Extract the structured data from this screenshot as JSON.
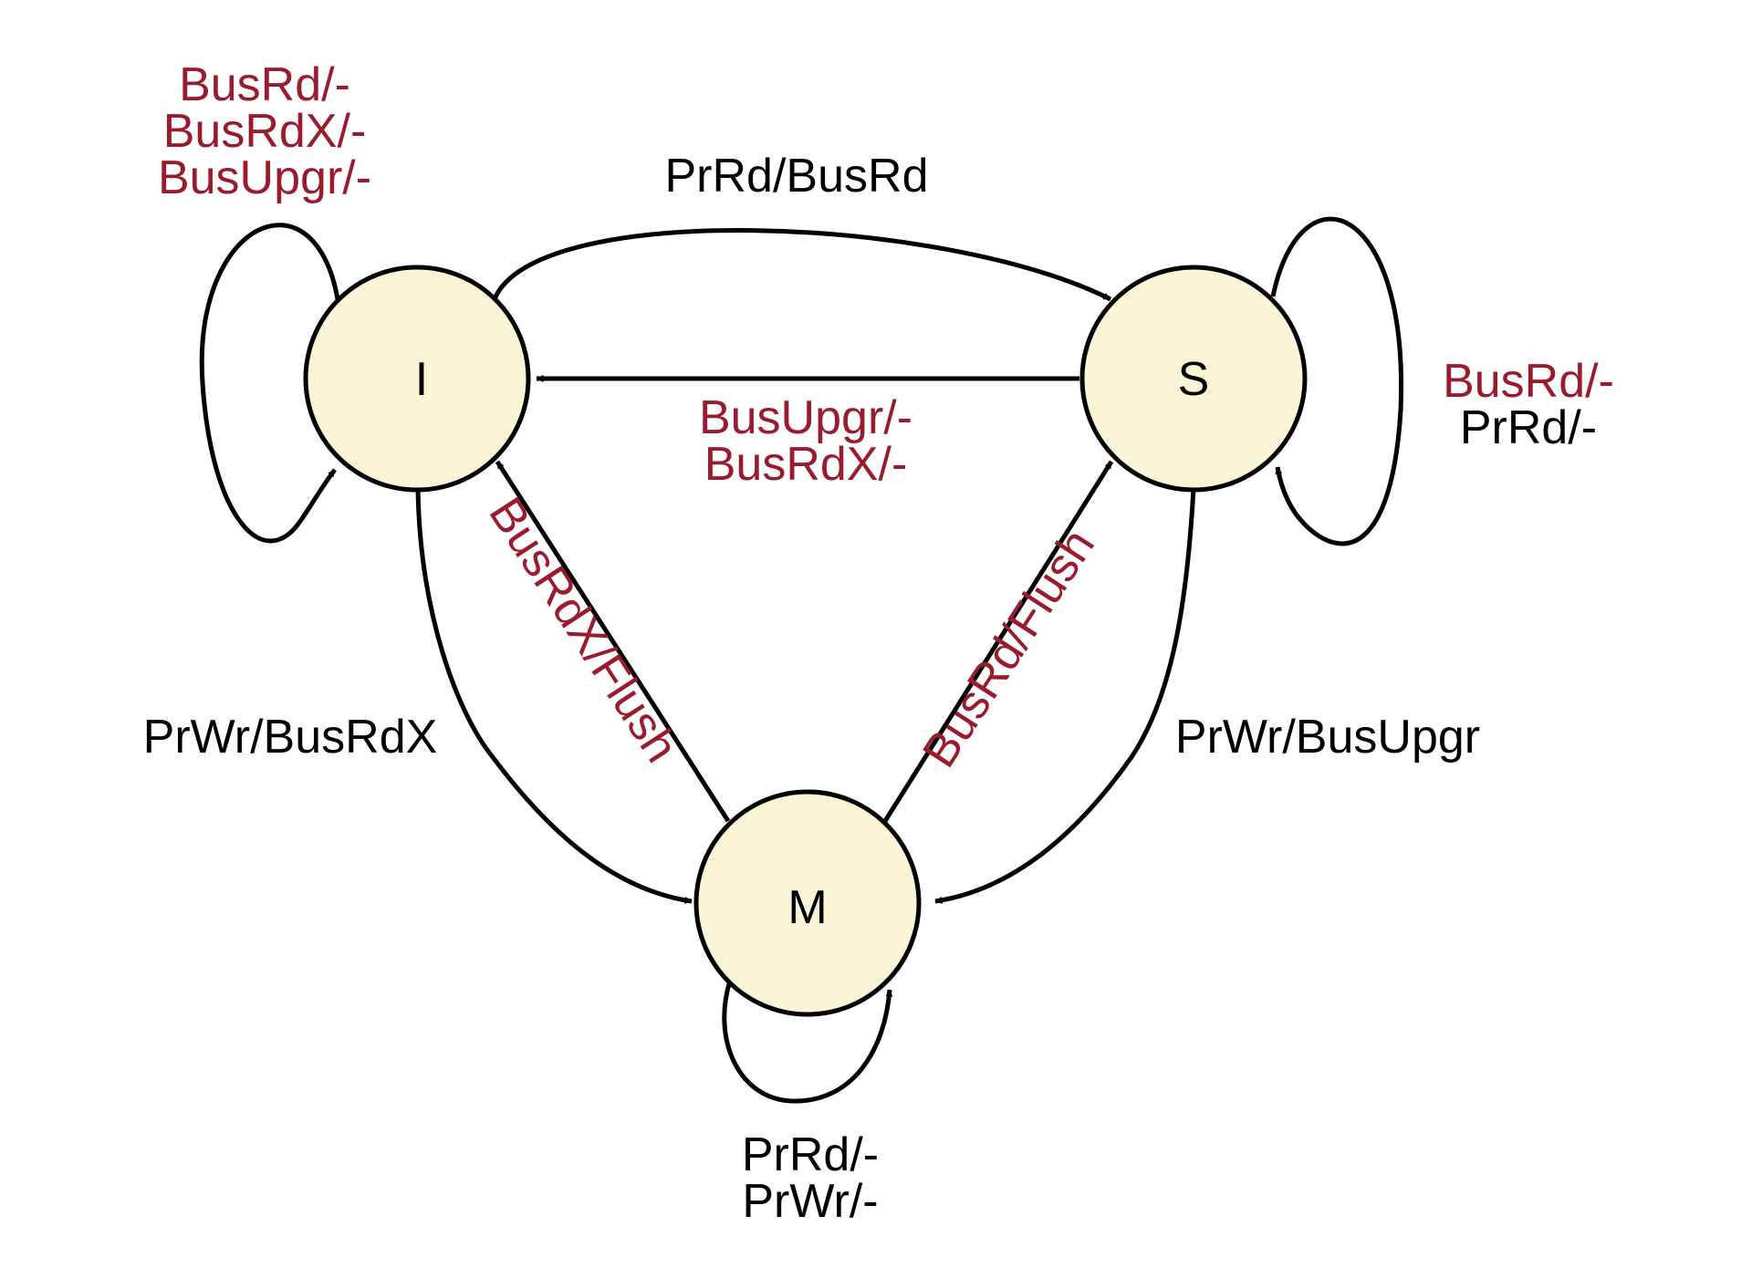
{
  "colors": {
    "state_fill": "#fbf5d8",
    "bus_text": "#9b1b2e",
    "processor_text": "#000000",
    "edge": "#000000"
  },
  "states": {
    "invalid": "I",
    "shared": "S",
    "modified": "M"
  },
  "transitions": {
    "i_self_loop": [
      "BusRd/-",
      "BusRdX/-",
      "BusUpgr/-"
    ],
    "i_to_s": "PrRd/BusRd",
    "s_to_i": [
      "BusUpgr/-",
      "BusRdX/-"
    ],
    "s_self_loop": [
      "BusRd/-",
      "PrRd/-"
    ],
    "i_to_m": "PrWr/BusRdX",
    "m_to_i": "BusRdX/Flush",
    "m_to_s": "BusRd/Flush",
    "s_to_m": "PrWr/BusUpgr",
    "m_self_loop": [
      "PrRd/-",
      "PrWr/-"
    ]
  }
}
